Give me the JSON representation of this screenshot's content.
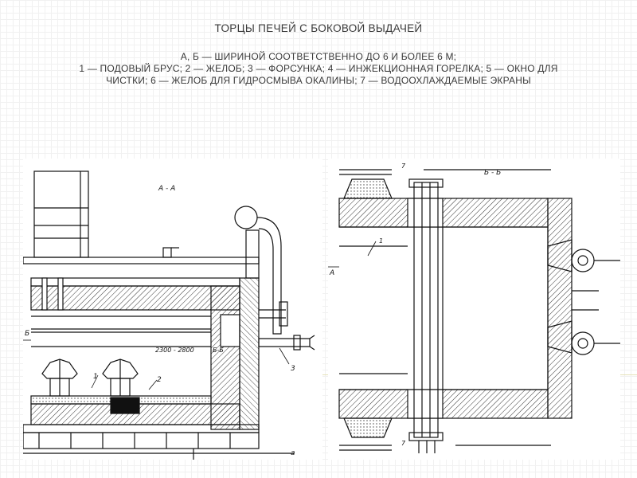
{
  "slide": {
    "title": "ТОРЦЫ ПЕЧЕЙ С БОКОВОЙ ВЫДАЧЕЙ",
    "subtitle_lines": [
      "А, Б — ШИРИНОЙ СООТВЕТСТВЕННО ДО 6 И БОЛЕЕ 6 М;",
      "1 — ПОДОВЫЙ БРУС; 2 — ЖЕЛОБ; 3 — ФОРСУНКА; 4 — ИНЖЕКЦИОННАЯ ГОРЕЛКА; 5 — ОКНО ДЛЯ",
      "ЧИСТКИ; 6 — ЖЕЛОБ ДЛЯ ГИДРОСМЫВА ОКАЛИНЫ; 7 — ВОДООХЛАЖДАЕМЫЕ ЭКРАНЫ"
    ]
  },
  "drawing_left": {
    "section_label": "А - А",
    "dimension": "2300 - 2800",
    "cut_label": "Б-Б",
    "side_mark": "Б",
    "callouts": [
      "1",
      "2",
      "3"
    ],
    "corner_mark": "а"
  },
  "drawing_right": {
    "section_label": "Б - Б",
    "side_mark": "А",
    "callouts": [
      "7",
      "1",
      "7"
    ]
  },
  "colors": {
    "text": "#3a3a3a",
    "ink": "#111111",
    "hatch": "#333333",
    "accent": "#e6e2b8"
  }
}
